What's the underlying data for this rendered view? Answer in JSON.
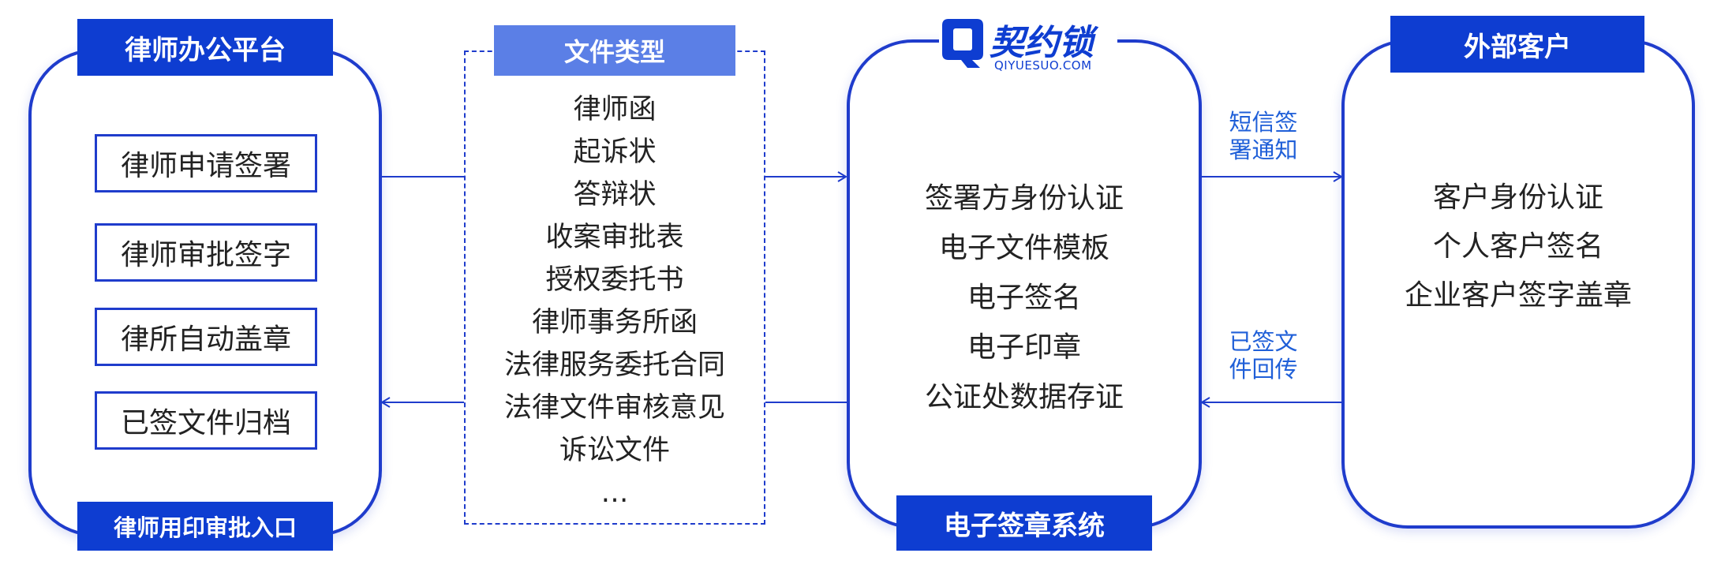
{
  "lawyer_platform": {
    "title": "律师办公平台",
    "items": [
      "律师申请签署",
      "律师审批签字",
      "律所自动盖章",
      "已签文件归档"
    ],
    "footer": "律师用印审批入口"
  },
  "file_types": {
    "title": "文件类型",
    "items": [
      "律师函",
      "起诉状",
      "答辩状",
      "收案审批表",
      "授权委托书",
      "律师事务所函",
      "法律服务委托合同",
      "法律文件审核意见",
      "诉讼文件",
      "…"
    ]
  },
  "esign_system": {
    "logo_name": "契约锁",
    "logo_domain": "QIYUESUO.COM",
    "items": [
      "签署方身份认证",
      "电子文件模板",
      "电子签名",
      "电子印章",
      "公证处数据存证"
    ],
    "footer": "电子签章系统"
  },
  "external_customer": {
    "title": "外部客户",
    "items": [
      "客户身份认证",
      "个人客户签名",
      "企业客户签字盖章"
    ]
  },
  "connectors": {
    "sms_notice_line1": "短信签",
    "sms_notice_line2": "署通知",
    "return_line1": "已签文",
    "return_line2": "件回传"
  },
  "colors": {
    "primary": "#1f3ccc",
    "bar": "#0e3dd1",
    "file_type_header": "#5b7fe6",
    "label_text": "#1f5fd8"
  }
}
